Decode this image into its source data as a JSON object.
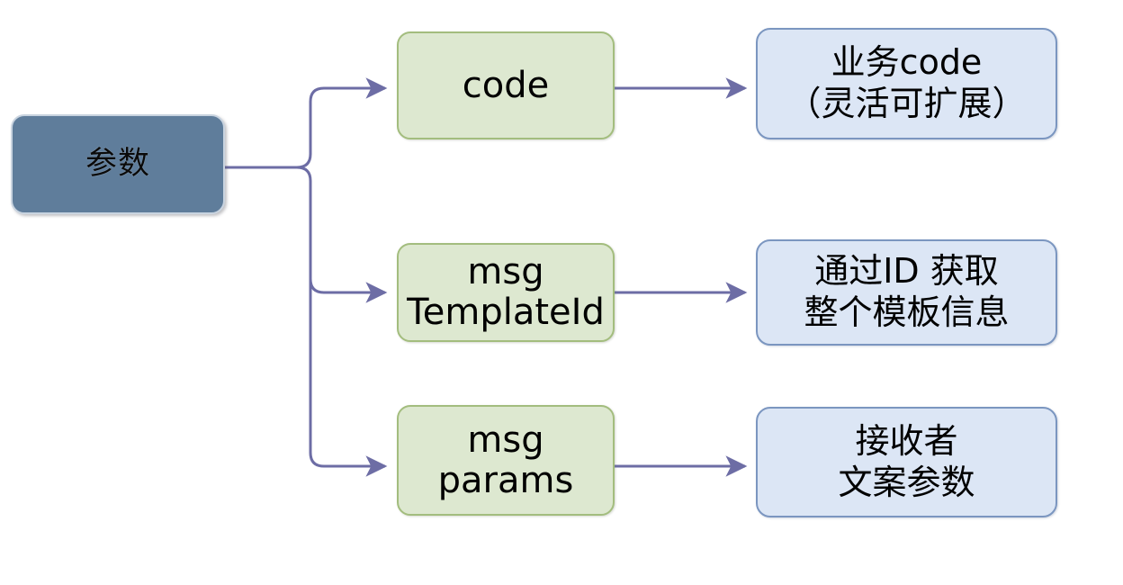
{
  "diagram": {
    "type": "tree",
    "title": "",
    "root": {
      "label": "参数",
      "fill": "#5f7d9b",
      "border": "#c9d4e0"
    },
    "connector_color": "#6d6da5",
    "branches": [
      {
        "field": {
          "label": "code",
          "fill": "#dde8d0",
          "border": "#a3bd7e"
        },
        "description": {
          "label": "业务code\n（灵活可扩展）",
          "fill": "#dce6f5",
          "border": "#7b96c0"
        }
      },
      {
        "field": {
          "label": "msg\nTemplateId",
          "fill": "#dde8d0",
          "border": "#a3bd7e"
        },
        "description": {
          "label": "通过ID 获取\n整个模板信息",
          "fill": "#dce6f5",
          "border": "#7b96c0"
        }
      },
      {
        "field": {
          "label": "msg\nparams",
          "fill": "#dde8d0",
          "border": "#a3bd7e"
        },
        "description": {
          "label": "接收者\n文案参数",
          "fill": "#dce6f5",
          "border": "#7b96c0"
        }
      }
    ]
  }
}
